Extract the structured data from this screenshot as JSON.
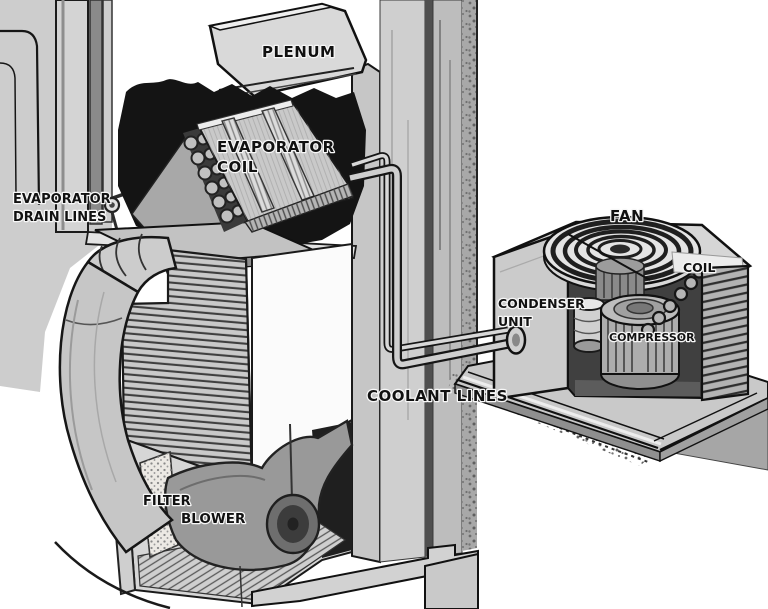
{
  "diagram": {
    "title": "Central air conditioning system cutaway",
    "type": "technical-illustration",
    "palette": {
      "paper": "#ffffff",
      "ink": "#161616",
      "light_gray": "#d6d6d6",
      "mid_gray": "#b3b3b3",
      "dark_gray": "#4a4a4a",
      "shadow_black": "#141414"
    },
    "labels": {
      "plenum": "PLENUM",
      "evap_coil_1": "EVAPORATOR",
      "evap_coil_2": "COIL",
      "drain_1": "EVAPORATOR",
      "drain_2": "DRAIN LINES",
      "fan": "FAN",
      "coil": "COIL",
      "condenser_1": "CONDENSER",
      "condenser_2": "UNIT",
      "compressor": "COMPRESSOR",
      "coolant": "COOLANT LINES",
      "filter": "FILTER",
      "blower": "BLOWER"
    }
  }
}
